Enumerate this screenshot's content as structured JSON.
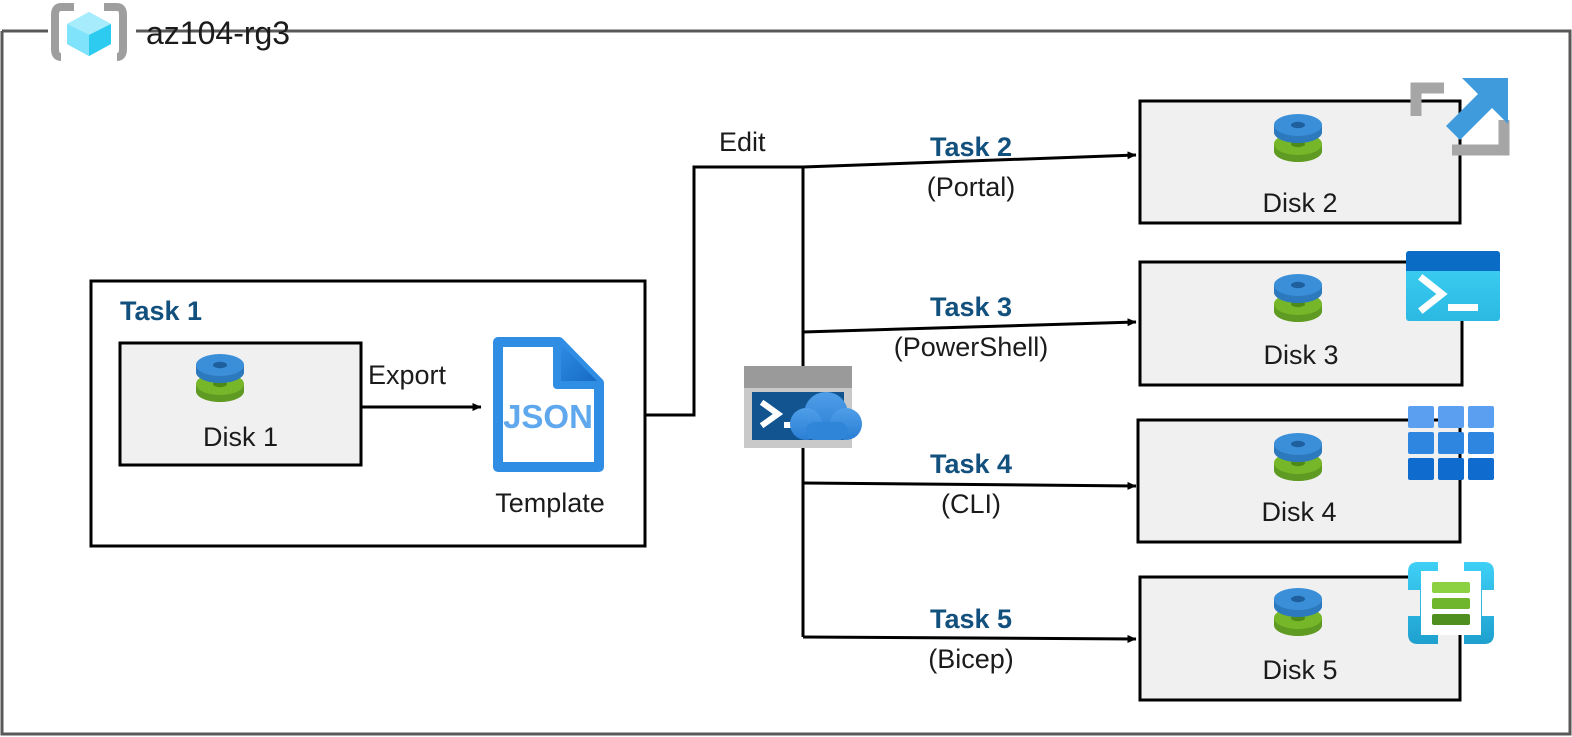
{
  "diagram": {
    "type": "azure-architecture-flow",
    "resource_group": {
      "name": "az104-rg3",
      "icon": "resource-group-icon"
    },
    "colors": {
      "task_label": "#12507e",
      "box_fill": "#f0f0f0",
      "box_stroke": "#000000",
      "outer_stroke": "#595959",
      "disk_blue": "#3b8fd9",
      "disk_green": "#76b72a",
      "json_blue": "#2f8de4",
      "powershell_cyan": "#34c8ef",
      "powershell_bar": "#0a6cc4",
      "cli_blue": "#2f86e0",
      "bicep_cyan": "#32c5f4",
      "bicep_green": "#76bc2d",
      "portal_gray": "#a6a6a6",
      "portal_arrow": "#3f9bdc",
      "cloudshell_gray": "#9a9a9a",
      "cloudshell_terminal": "#11548f",
      "cloudshell_cloud": "#3d8fe0"
    },
    "task1": {
      "title": "Task 1",
      "disk_label": "Disk 1",
      "disk_icon": "disk-icon",
      "export_label": "Export",
      "template_icon": "json-file-icon",
      "template_icon_text": "JSON",
      "template_label": "Template"
    },
    "edit_label": "Edit",
    "cloudshell": {
      "icon": "cloud-shell-icon",
      "prompt": ">_"
    },
    "branches": [
      {
        "task": "Task 2",
        "method": "(Portal)",
        "disk_label": "Disk 2",
        "disk_icon": "disk-icon",
        "tool_icon": "azure-portal-icon"
      },
      {
        "task": "Task 3",
        "method": "(PowerShell)",
        "disk_label": "Disk 3",
        "disk_icon": "disk-icon",
        "tool_icon": "powershell-icon"
      },
      {
        "task": "Task 4",
        "method": "(CLI)",
        "disk_label": "Disk 4",
        "disk_icon": "disk-icon",
        "tool_icon": "azure-cli-icon"
      },
      {
        "task": "Task 5",
        "method": "(Bicep)",
        "disk_label": "Disk 5",
        "disk_icon": "disk-icon",
        "tool_icon": "bicep-icon"
      }
    ]
  }
}
